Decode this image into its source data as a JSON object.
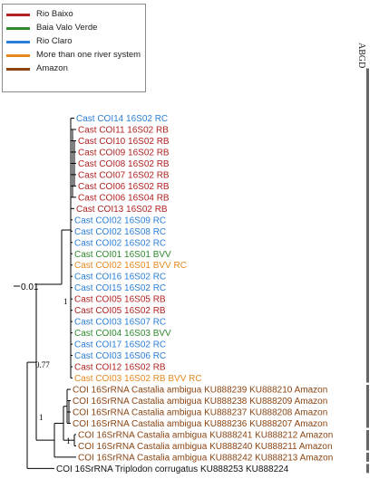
{
  "legend": {
    "items": [
      {
        "label": "Rio Baixo",
        "color": "#b22222"
      },
      {
        "label": "Baia Valo Verde",
        "color": "#2e8b2e"
      },
      {
        "label": "Rio Claro",
        "color": "#2b7fd8"
      },
      {
        "label": "More than one river system",
        "color": "#e8891f"
      },
      {
        "label": "Amazon",
        "color": "#8b4513"
      }
    ]
  },
  "abgd_label": "ABGD",
  "scale_label": "0.01",
  "support_values": [
    "1",
    "0.77",
    "1",
    "1"
  ],
  "taxa": [
    {
      "label": "Cast COI14 16S02 RC",
      "color": "#2b7fd8"
    },
    {
      "label": "Cast COI11 16S02 RB",
      "color": "#b22222"
    },
    {
      "label": "Cast COI10 16S02 RB",
      "color": "#b22222"
    },
    {
      "label": "Cast COI09 16S02 RB",
      "color": "#b22222"
    },
    {
      "label": "Cast COI08 16S02 RB",
      "color": "#b22222"
    },
    {
      "label": "Cast COI07 16S02 RB",
      "color": "#b22222"
    },
    {
      "label": "Cast COI06 16S02 RB",
      "color": "#b22222"
    },
    {
      "label": "Cast COI06 16S04 RB",
      "color": "#b22222"
    },
    {
      "label": "Cast COI13 16S02 RB",
      "color": "#b22222"
    },
    {
      "label": "Cast COI02 16S09 RC",
      "color": "#2b7fd8"
    },
    {
      "label": "Cast COI02 16S08 RC",
      "color": "#2b7fd8"
    },
    {
      "label": "Cast COI02 16S02 RC",
      "color": "#2b7fd8"
    },
    {
      "label": "Cast COI01 16S01 BVV",
      "color": "#2e8b2e"
    },
    {
      "label": "Cast COI02 16S01 BVV RC",
      "color": "#e8891f"
    },
    {
      "label": "Cast COI16 16S02 RC",
      "color": "#2b7fd8"
    },
    {
      "label": "Cast COI15 16S02 RC",
      "color": "#2b7fd8"
    },
    {
      "label": "Cast COI05 16S05 RB",
      "color": "#b22222"
    },
    {
      "label": "Cast COI05 16S02 RB",
      "color": "#b22222"
    },
    {
      "label": "Cast COI03 16S07 RC",
      "color": "#2b7fd8"
    },
    {
      "label": "Cast COI04 16S03 BVV",
      "color": "#2e8b2e"
    },
    {
      "label": "Cast COI17 16S02 RC",
      "color": "#2b7fd8"
    },
    {
      "label": "Cast COI03 16S06 RC",
      "color": "#2b7fd8"
    },
    {
      "label": "Cast COI12 16S02 RB",
      "color": "#b22222"
    },
    {
      "label": "Cast COI03 16S02 RB BVV RC",
      "color": "#e8891f"
    },
    {
      "label": "COI 16SrRNA Castalia ambigua KU888239 KU888210 Amazon",
      "color": "#8b4513"
    },
    {
      "label": "COI 16SrRNA Castalia ambigua KU888238 KU888209 Amazon",
      "color": "#8b4513"
    },
    {
      "label": "COI 16SrRNA Castalia ambigua KU888237 KU888208 Amazon",
      "color": "#8b4513"
    },
    {
      "label": "COI 16SrRNA Castalia ambigua KU888236 KU888207 Amazon",
      "color": "#8b4513"
    },
    {
      "label": "COI 16SrRNA Castalia ambigua KU888241 KU888212 Amazon",
      "color": "#8b4513"
    },
    {
      "label": "COI 16SrRNA Castalia ambigua KU888240 KU888211 Amazon",
      "color": "#8b4513"
    },
    {
      "label": "COI 16SrRNA Castalia ambigua KU888242 KU888213 Amazon",
      "color": "#8b4513"
    },
    {
      "label": "COI 16SrRNA Triplodon corrugatus KU888253 KU888224",
      "color": "#111111"
    }
  ]
}
